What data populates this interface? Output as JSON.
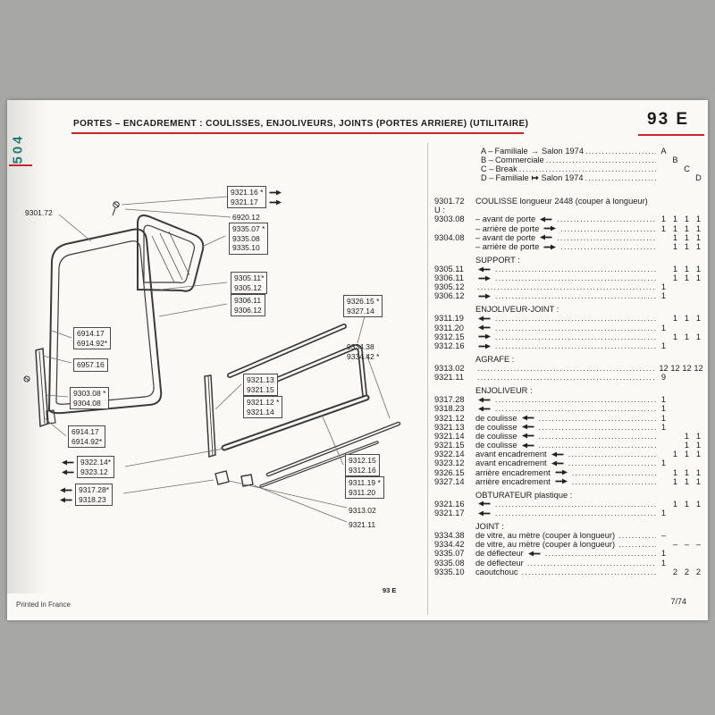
{
  "header": {
    "title": "PORTES – ENCADREMENT : COULISSES, ENJOLIVEURS, JOINTS (PORTES ARRIERE) (UTILITAIRE)",
    "page_code": "93 E",
    "brand_tab": "504"
  },
  "footer": {
    "left": "Printed in France",
    "right": "7/74",
    "diagram_code": "93 E"
  },
  "colors": {
    "accent_red": "#c9252c",
    "brand_teal": "#1e7a72",
    "paper": "#faf9f5",
    "ink": "#1c1c1c"
  },
  "legend": [
    {
      "letter": "A",
      "label": "Familiale",
      "arrow": "→",
      "note": "Salon 1974",
      "column": 1
    },
    {
      "letter": "B",
      "label": "Commerciale",
      "arrow": "",
      "note": "",
      "column": 2
    },
    {
      "letter": "C",
      "label": "Break",
      "arrow": "",
      "note": "",
      "column": 3
    },
    {
      "letter": "D",
      "label": "Familiale",
      "arrow": "↦",
      "note": "Salon 1974",
      "column": 4
    }
  ],
  "parts_rows": [
    {
      "ref": "9301.72",
      "desc": "COULISSE longueur 2448 (couper à longueur)",
      "icon": null,
      "dots": false,
      "qty": [
        "",
        "",
        "",
        ""
      ],
      "gap": false
    },
    {
      "ref": "U :",
      "desc": "",
      "icon": null,
      "dots": false,
      "qty": [
        "",
        "",
        "",
        ""
      ],
      "gap": false
    },
    {
      "ref": "9303.08",
      "desc": "– avant de porte",
      "icon": "arrow-left",
      "dots": true,
      "qty": [
        "1",
        "1",
        "1",
        "1"
      ],
      "gap": false
    },
    {
      "ref": "",
      "desc": "– arrière de porte",
      "icon": "arrow-right",
      "dots": true,
      "qty": [
        "1",
        "1",
        "1",
        "1"
      ],
      "gap": false
    },
    {
      "ref": "9304.08",
      "desc": "– avant de porte",
      "icon": "arrow-left",
      "dots": true,
      "qty": [
        "",
        "1",
        "1",
        "1"
      ],
      "gap": false
    },
    {
      "ref": "",
      "desc": "– arrière de porte",
      "icon": "arrow-right",
      "dots": true,
      "qty": [
        "",
        "1",
        "1",
        "1"
      ],
      "gap": false
    },
    {
      "ref": "",
      "desc": "SUPPORT :",
      "icon": null,
      "dots": false,
      "qty": [
        "",
        "",
        "",
        ""
      ],
      "gap": true
    },
    {
      "ref": "9305.11",
      "desc": "",
      "icon": "arrow-left",
      "dots": true,
      "qty": [
        "",
        "1",
        "1",
        "1"
      ],
      "gap": false
    },
    {
      "ref": "9306.11",
      "desc": "",
      "icon": "arrow-right",
      "dots": true,
      "qty": [
        "",
        "1",
        "1",
        "1"
      ],
      "gap": false
    },
    {
      "ref": "9305.12",
      "desc": "",
      "icon": null,
      "dots": true,
      "qty": [
        "1",
        "",
        "",
        ""
      ],
      "gap": false
    },
    {
      "ref": "9306.12",
      "desc": "",
      "icon": "arrow-right",
      "dots": true,
      "qty": [
        "1",
        "",
        "",
        ""
      ],
      "gap": false
    },
    {
      "ref": "",
      "desc": "ENJOLIVEUR-JOINT :",
      "icon": null,
      "dots": false,
      "qty": [
        "",
        "",
        "",
        ""
      ],
      "gap": true
    },
    {
      "ref": "9311.19",
      "desc": "",
      "icon": "arrow-left",
      "dots": true,
      "qty": [
        "",
        "1",
        "1",
        "1"
      ],
      "gap": false
    },
    {
      "ref": "9311.20",
      "desc": "",
      "icon": "arrow-left",
      "dots": true,
      "qty": [
        "1",
        "",
        "",
        ""
      ],
      "gap": false
    },
    {
      "ref": "9312.15",
      "desc": "",
      "icon": "arrow-right",
      "dots": true,
      "qty": [
        "",
        "1",
        "1",
        "1"
      ],
      "gap": false
    },
    {
      "ref": "9312.16",
      "desc": "",
      "icon": "arrow-right",
      "dots": true,
      "qty": [
        "1",
        "",
        "",
        ""
      ],
      "gap": false
    },
    {
      "ref": "",
      "desc": "AGRAFE :",
      "icon": null,
      "dots": false,
      "qty": [
        "",
        "",
        "",
        ""
      ],
      "gap": true
    },
    {
      "ref": "9313.02",
      "desc": "",
      "icon": null,
      "dots": true,
      "qty": [
        "12",
        "12",
        "12",
        "12"
      ],
      "gap": false
    },
    {
      "ref": "9321.11",
      "desc": "",
      "icon": null,
      "dots": true,
      "qty": [
        "9",
        "",
        "",
        ""
      ],
      "gap": false
    },
    {
      "ref": "",
      "desc": "ENJOLIVEUR :",
      "icon": null,
      "dots": false,
      "qty": [
        "",
        "",
        "",
        ""
      ],
      "gap": true
    },
    {
      "ref": "9317.28",
      "desc": "",
      "icon": "arrow-left",
      "dots": true,
      "qty": [
        "1",
        "",
        "",
        ""
      ],
      "gap": false
    },
    {
      "ref": "9318.23",
      "desc": "",
      "icon": "arrow-left",
      "dots": true,
      "qty": [
        "1",
        "",
        "",
        ""
      ],
      "gap": false
    },
    {
      "ref": "9321.12",
      "desc": "de coulisse",
      "icon": "arrow-left",
      "dots": true,
      "qty": [
        "1",
        "",
        "",
        ""
      ],
      "gap": false
    },
    {
      "ref": "9321.13",
      "desc": "de coulisse",
      "icon": "arrow-left",
      "dots": true,
      "qty": [
        "1",
        "",
        "",
        ""
      ],
      "gap": false
    },
    {
      "ref": "9321.14",
      "desc": "de coulisse",
      "icon": "arrow-left",
      "dots": true,
      "qty": [
        "",
        "",
        "1",
        "1"
      ],
      "gap": false
    },
    {
      "ref": "9321.15",
      "desc": "de coulisse",
      "icon": "arrow-left",
      "dots": true,
      "qty": [
        "",
        "",
        "1",
        "1"
      ],
      "gap": false
    },
    {
      "ref": "9322.14",
      "desc": "avant encadrement",
      "icon": "arrow-left",
      "dots": true,
      "qty": [
        "",
        "1",
        "1",
        "1"
      ],
      "gap": false
    },
    {
      "ref": "9323.12",
      "desc": "avant encadrement",
      "icon": "arrow-left",
      "dots": true,
      "qty": [
        "1",
        "",
        "",
        ""
      ],
      "gap": false
    },
    {
      "ref": "9326.15",
      "desc": "arrière encadrement",
      "icon": "arrow-right",
      "dots": true,
      "qty": [
        "",
        "1",
        "1",
        "1"
      ],
      "gap": false
    },
    {
      "ref": "9327.14",
      "desc": "arrière encadrement",
      "icon": "arrow-right",
      "dots": true,
      "qty": [
        "",
        "1",
        "1",
        "1"
      ],
      "gap": false
    },
    {
      "ref": "",
      "desc": "OBTURATEUR plastique :",
      "icon": null,
      "dots": false,
      "qty": [
        "",
        "",
        "",
        ""
      ],
      "gap": true
    },
    {
      "ref": "9321.16",
      "desc": "",
      "icon": "arrow-left",
      "dots": true,
      "qty": [
        "",
        "1",
        "1",
        "1"
      ],
      "gap": false
    },
    {
      "ref": "9321.17",
      "desc": "",
      "icon": "arrow-left",
      "dots": true,
      "qty": [
        "1",
        "",
        "",
        ""
      ],
      "gap": false
    },
    {
      "ref": "",
      "desc": "JOINT :",
      "icon": null,
      "dots": false,
      "qty": [
        "",
        "",
        "",
        ""
      ],
      "gap": true
    },
    {
      "ref": "9334.38",
      "desc": "de vitre, au mètre (couper à longueur)",
      "icon": null,
      "dots": true,
      "qty": [
        "–",
        "",
        "",
        ""
      ],
      "gap": false
    },
    {
      "ref": "9334.42",
      "desc": "de vitre, au mètre (couper à longueur)",
      "icon": null,
      "dots": true,
      "qty": [
        "",
        "–",
        "–",
        "–"
      ],
      "gap": false
    },
    {
      "ref": "9335.07",
      "desc": "de déflecteur",
      "icon": "arrow-left",
      "dots": true,
      "qty": [
        "1",
        "",
        "",
        ""
      ],
      "gap": false
    },
    {
      "ref": "9335.08",
      "desc": "de déflecteur",
      "icon": null,
      "dots": true,
      "qty": [
        "1",
        "",
        "",
        ""
      ],
      "gap": false
    },
    {
      "ref": "9335.10",
      "desc": "caoutchouc",
      "icon": null,
      "dots": true,
      "qty": [
        "",
        "2",
        "2",
        "2"
      ],
      "gap": false
    }
  ],
  "callouts": [
    {
      "id": "c1",
      "lines": [
        "9301.72"
      ],
      "boxed": false,
      "arrows": null
    },
    {
      "id": "c2",
      "lines": [
        "9321.16 *",
        "9321.17"
      ],
      "boxed": true,
      "arrows": "right"
    },
    {
      "id": "c3",
      "lines": [
        "6920.12"
      ],
      "boxed": false,
      "arrows": null
    },
    {
      "id": "c4",
      "lines": [
        "9335.07 *",
        "9335.08",
        "9335.10"
      ],
      "boxed": true,
      "arrows": null
    },
    {
      "id": "c5",
      "lines": [
        "9305.11*",
        "9305.12"
      ],
      "boxed": true,
      "arrows": null
    },
    {
      "id": "c6",
      "lines": [
        "9306.11",
        "9306.12"
      ],
      "boxed": true,
      "arrows": null
    },
    {
      "id": "c7",
      "lines": [
        "9326.15 *",
        "9327.14"
      ],
      "boxed": true,
      "arrows": null
    },
    {
      "id": "c8",
      "lines": [
        "9334.38",
        "9334.42 *"
      ],
      "boxed": false,
      "arrows": null
    },
    {
      "id": "c9",
      "lines": [
        "6914.17",
        "6914.92*"
      ],
      "boxed": true,
      "arrows": null
    },
    {
      "id": "c10",
      "lines": [
        "6957.16"
      ],
      "boxed": true,
      "arrows": null
    },
    {
      "id": "c11",
      "lines": [
        "9303.08 *",
        "9304.08"
      ],
      "boxed": true,
      "arrows": null
    },
    {
      "id": "c12",
      "lines": [
        "6914.17",
        "6914.92*"
      ],
      "boxed": true,
      "arrows": null
    },
    {
      "id": "c13",
      "lines": [
        "9322.14*",
        "9323.12"
      ],
      "boxed": true,
      "arrows": "left"
    },
    {
      "id": "c14",
      "lines": [
        "9317.28*",
        "9318.23"
      ],
      "boxed": true,
      "arrows": "left"
    },
    {
      "id": "c15",
      "lines": [
        "9321.13",
        "9321.15"
      ],
      "boxed": true,
      "arrows": null
    },
    {
      "id": "c16",
      "lines": [
        "9321.12 *",
        "9321.14"
      ],
      "boxed": true,
      "arrows": null
    },
    {
      "id": "c17",
      "lines": [
        "9312.15",
        "9312.16"
      ],
      "boxed": true,
      "arrows": null
    },
    {
      "id": "c18",
      "lines": [
        "9311.19 *",
        "9311.20"
      ],
      "boxed": true,
      "arrows": null
    },
    {
      "id": "c19",
      "lines": [
        "9313.02"
      ],
      "boxed": false,
      "arrows": null
    },
    {
      "id": "c20",
      "lines": [
        "9321.11"
      ],
      "boxed": false,
      "arrows": null
    }
  ]
}
